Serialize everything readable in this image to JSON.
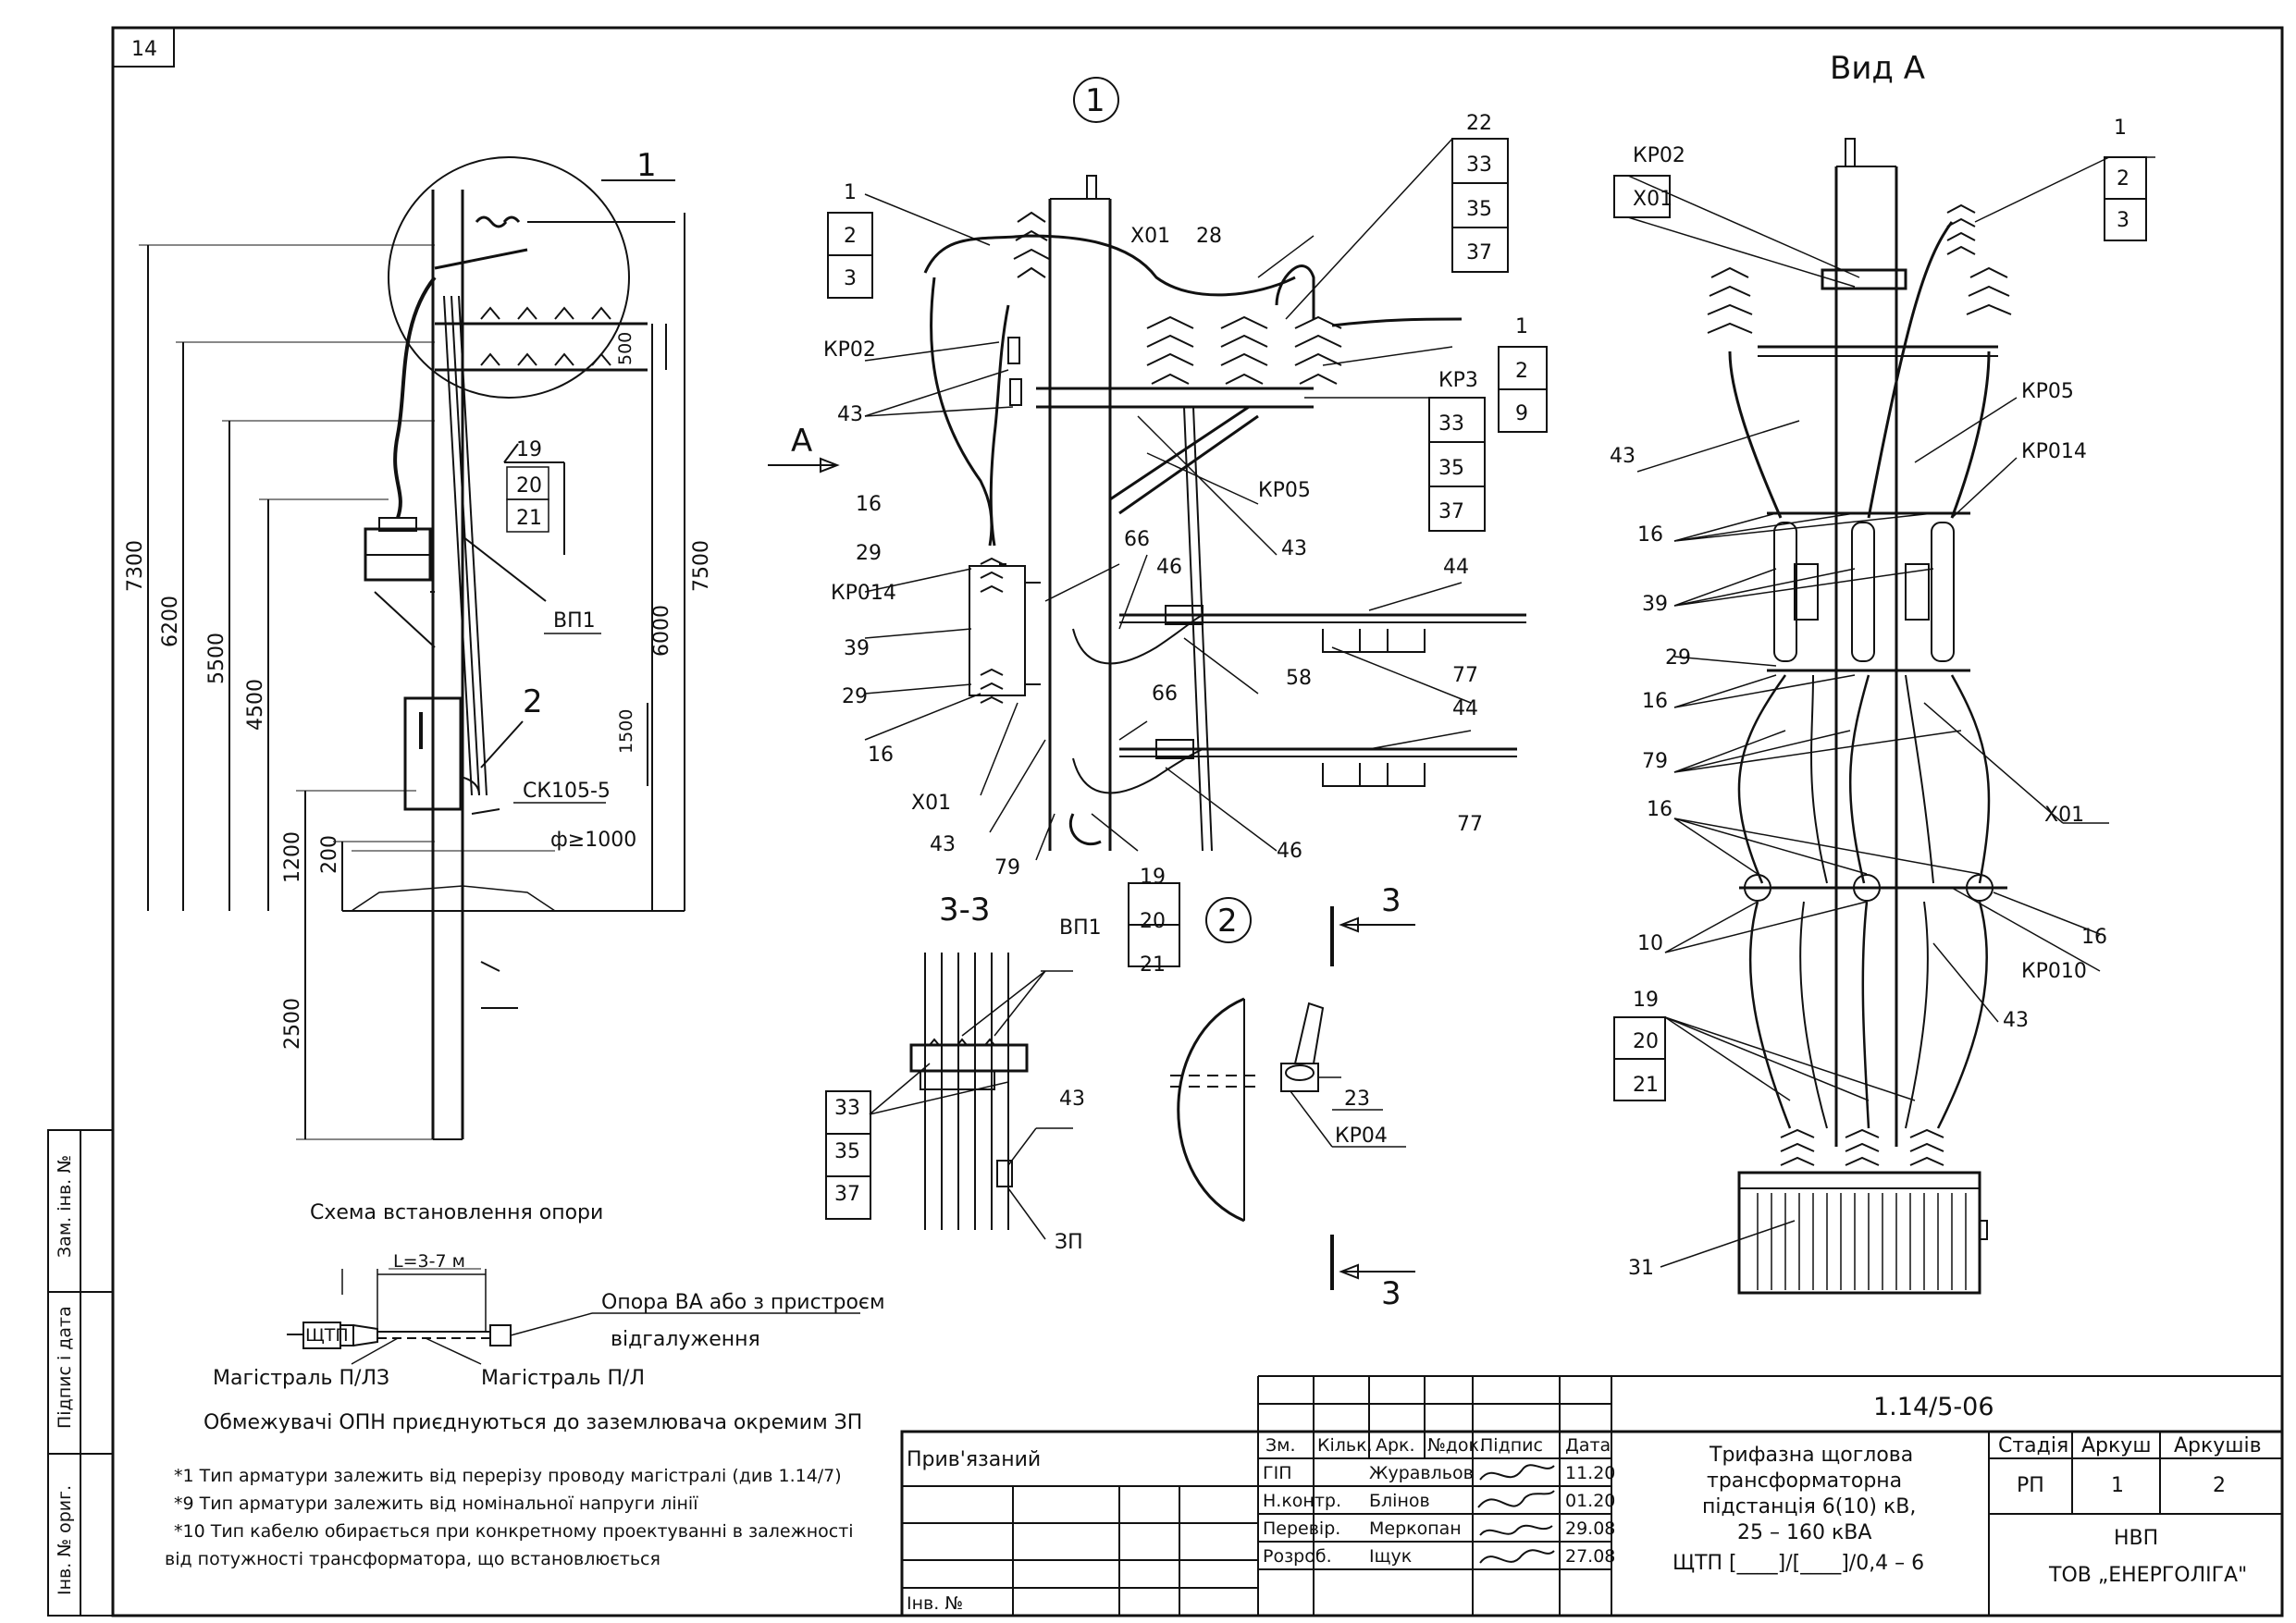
{
  "sheet": {
    "number": "14",
    "code": "1.14/5-06",
    "title_lines": [
      "Трифазна щоглова",
      "трансформаторна",
      "підстанція 6(10) кВ,",
      "25 – 160 кВА",
      "ЩТП [____]/[____]/0,4 – 6"
    ],
    "stage_label": "Стадія",
    "stage_value": "РП",
    "sheet_label": "Аркуш",
    "sheet_value": "1",
    "sheets_label": "Аркушів",
    "sheets_value": "2",
    "org_lines": [
      "НВП",
      "ТОВ „ЕНЕРГОЛІГА\""
    ],
    "attached": "Прив'язаний",
    "inv_no": "Інв. №"
  },
  "stamp_headers": [
    "Зм.",
    "Кільк.",
    "Арк.",
    "№док.",
    "Підпис",
    "Дата"
  ],
  "signatories": [
    {
      "role": "ГІП",
      "name": "Журавльов",
      "date": "11.20"
    },
    {
      "role": "Н.контр.",
      "name": "Блінов",
      "date": "01.20"
    },
    {
      "role": "Перевір.",
      "name": "Меркопан",
      "date": "29.08"
    },
    {
      "role": "Розроб.",
      "name": "Іщук",
      "date": "27.08"
    }
  ],
  "side_labels": [
    "Зам. інв. №",
    "Підпис і дата",
    "Інв. № ориг."
  ],
  "views": {
    "node1": "1",
    "node2": "2",
    "view_a": "Вид А",
    "section_33": "3-3",
    "arrow_a": "А",
    "sec3_top": "3",
    "sec3_bot": "3"
  },
  "left_view": {
    "dims": [
      "7300",
      "6200",
      "5500",
      "4500",
      "1200",
      "200",
      "2500",
      "500",
      "7500",
      "6000",
      "1500"
    ],
    "callouts": [
      "1",
      "2",
      "19",
      "20",
      "21",
      "ВП1",
      "СК105-5",
      "ф≥1000"
    ]
  },
  "node1_labels": [
    "1",
    "2",
    "3",
    "КР02",
    "43",
    "Х01",
    "28",
    "22",
    "33",
    "35",
    "37",
    "1",
    "2",
    "9",
    "КР3",
    "33",
    "35",
    "37",
    "КР05",
    "43",
    "16",
    "29",
    "КР014",
    "39",
    "29",
    "16",
    "66",
    "46",
    "44",
    "77",
    "58",
    "66",
    "44",
    "77",
    "46",
    "Х01",
    "43",
    "79",
    "19",
    "20",
    "21"
  ],
  "section_labels": [
    "ВП1",
    "33",
    "35",
    "37",
    "43",
    "ЗП"
  ],
  "node2_labels": [
    "23",
    "КР04"
  ],
  "viewa_labels": [
    "КР02",
    "Х01",
    "1",
    "2",
    "3",
    "КР05",
    "КР014",
    "43",
    "16",
    "39",
    "29",
    "16",
    "79",
    "16",
    "Х01",
    "10",
    "16",
    "КР010",
    "43",
    "19",
    "20",
    "21",
    "31"
  ],
  "install_scheme": {
    "title": "Схема встановлення опори",
    "distance": "L=3-7 м",
    "ktp": "ЩТП",
    "pole_note_1": "Опора ВА або з пристроєм",
    "pole_note_2": "відгалуження",
    "main_pl3": "Магістраль П/ЛЗ",
    "main_pl": "Магістраль П/Л",
    "opn_note": "Обмежувачі ОПН приєднуються до заземлювача окремим ЗП"
  },
  "notes": [
    "*1 Тип арматури залежить від перерізу проводу магістралі (див 1.14/7)",
    "*9 Тип арматури залежить від номінальної напруги лінії",
    "*10 Тип кабелю обирається при конкретному проектуванні в залежності",
    "від потужності трансформатора, що встановлюється"
  ]
}
